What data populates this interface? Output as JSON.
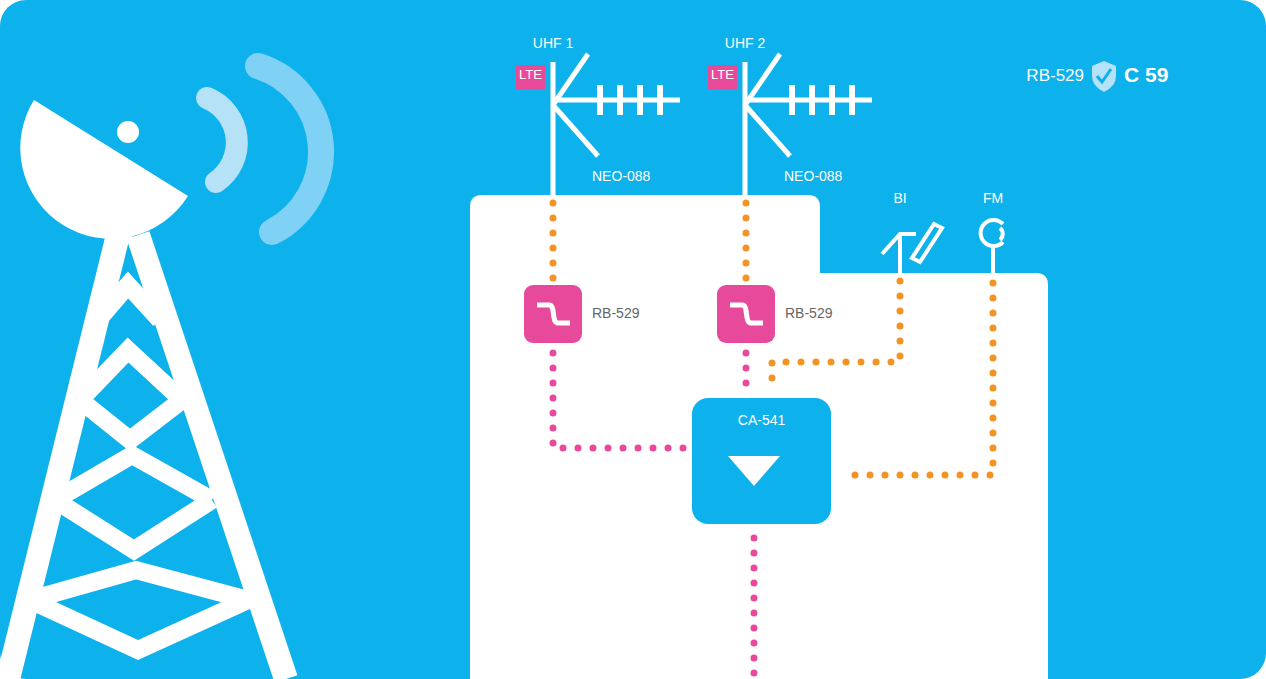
{
  "diagram": {
    "nodes": [
      {
        "text": [
          "UHF 1",
          "NEO-088"
        ]
      },
      {
        "text": [
          "LTE"
        ],
        "in": 0
      },
      {
        "text": [
          "UHF 2",
          "NEO-088"
        ]
      },
      {
        "text": [
          "LTE"
        ],
        "in": 2
      },
      {
        "text": [
          "BI"
        ]
      },
      {
        "text": [
          "FM"
        ]
      },
      {
        "text": [
          "RB-529"
        ]
      },
      {
        "text": [
          "RB-529"
        ]
      },
      {
        "text": [
          "CA-541"
        ]
      }
    ],
    "edges": [
      {
        "from": 0,
        "to": 6,
        "arrow": "none"
      },
      {
        "from": 6,
        "to": 8,
        "arrow": "none"
      },
      {
        "from": 2,
        "to": 7,
        "arrow": "none"
      },
      {
        "from": 7,
        "to": 8,
        "arrow": "none"
      },
      {
        "from": 4,
        "to": 8,
        "arrow": "none"
      },
      {
        "from": 5,
        "to": 8,
        "arrow": "none"
      }
    ],
    "labels": [
      "RB-529",
      "C 59"
    ]
  }
}
